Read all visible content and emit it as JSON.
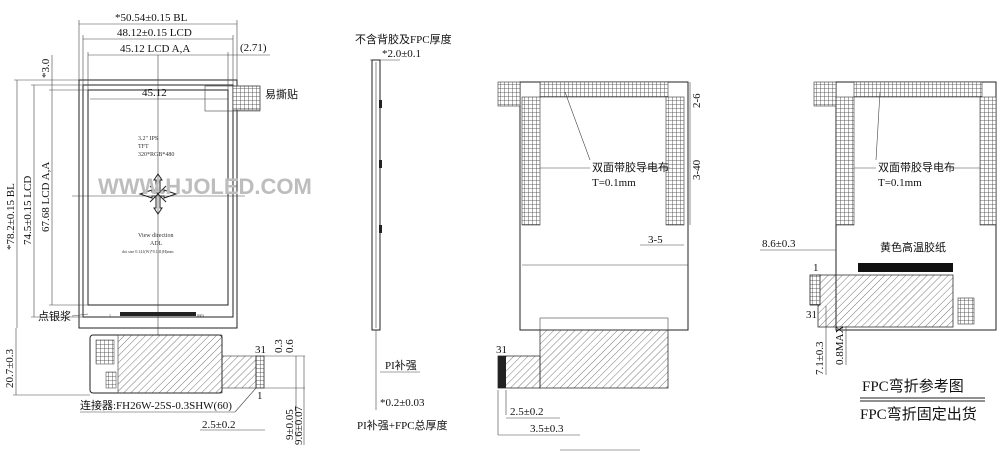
{
  "front_view": {
    "dim_bl_width": "*50.54±0.15 BL",
    "dim_lcd_width": "48.12±0.15 LCD",
    "dim_aa_width": "45.12 LCD A,A",
    "dim_offset": "(2.71)",
    "dim_inner": "45.12",
    "dim_top": "*3.0",
    "dim_bl_height": "*78.2±0.15 BL",
    "dim_lcd_height": "74.5±0.15 LCD",
    "dim_aa_height": "67.68 LCD A,A",
    "easy_tear_label": "易撕贴",
    "panel_line1": "3.2\" IPS",
    "panel_line2": "TFT",
    "panel_line3": "320*RGB*480",
    "view_direction": "View direction",
    "view_dir_value": "ADL",
    "dot_size": "dot size 0.141(W)*0.141(H)mm",
    "silver_paste_label": "点银浆",
    "pin_first": "1",
    "pin_last": "(60)",
    "dim_fpc_height": "20.7±0.3",
    "connector_label": "连接器:FH26W-25S-0.3SHW(60)",
    "dim_2_5": "2.5±0.2",
    "pin_31": "31",
    "pin_1": "1",
    "dim_0_3": "0.3",
    "dim_0_6": "0.6",
    "dim_9": "9±0.05",
    "dim_9_6": "9.6±0.07"
  },
  "watermark": "WWW.HJOLED.COM",
  "side_view": {
    "note_top": "不含背胶及FPC厚度",
    "dim_thickness": "*2.0±0.1",
    "pi_label": "PI补强",
    "dim_pi": "*0.2±0.03",
    "note_bottom": "PI补强+FPC总厚度"
  },
  "back_view": {
    "conductive_cloth": "双面带胶导电布",
    "thickness": "T=0.1mm",
    "dim_2_6": "2-6",
    "dim_3_40": "3-40",
    "dim_3_5": "3-5",
    "pin_31": "31",
    "dim_2_5": "2.5±0.2",
    "dim_3_5b": "3.5±0.3"
  },
  "bent_view": {
    "conductive_cloth": "双面带胶导电布",
    "thickness": "T=0.1mm",
    "dim_8_6": "8.6±0.3",
    "tape_label": "黄色高温胶纸",
    "pin_1": "1",
    "pin_31": "31",
    "dim_7_1": "7.1±0.3",
    "dim_0_8": "0.8MAX",
    "title_ref": "FPC弯折参考图",
    "title_ship": "FPC弯折固定出货"
  }
}
